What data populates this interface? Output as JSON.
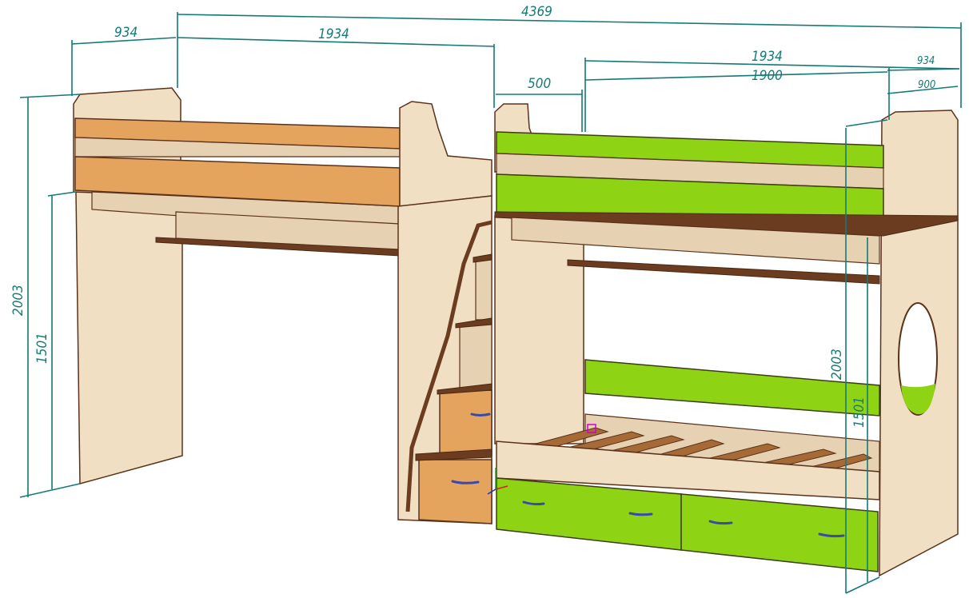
{
  "drawing": {
    "title": "Bunk bed complex 3D view with dimensions",
    "dimensions": {
      "overall_length": "4369",
      "left_bed_depth": "934",
      "left_bed_length": "1934",
      "stair_width": "500",
      "right_bed_length": "1934",
      "right_mattress_length": "1900",
      "right_bed_depth": "934",
      "right_mattress_width": "900",
      "left_total_height": "2003",
      "left_under_height": "1501",
      "right_total_height": "2003",
      "right_under_height": "1501"
    },
    "colors": {
      "dimension": "#137a78",
      "wood": "#f1dfc4",
      "orange": "#e5a45e",
      "green": "#8fd414",
      "edge": "#6b3c1f"
    }
  }
}
